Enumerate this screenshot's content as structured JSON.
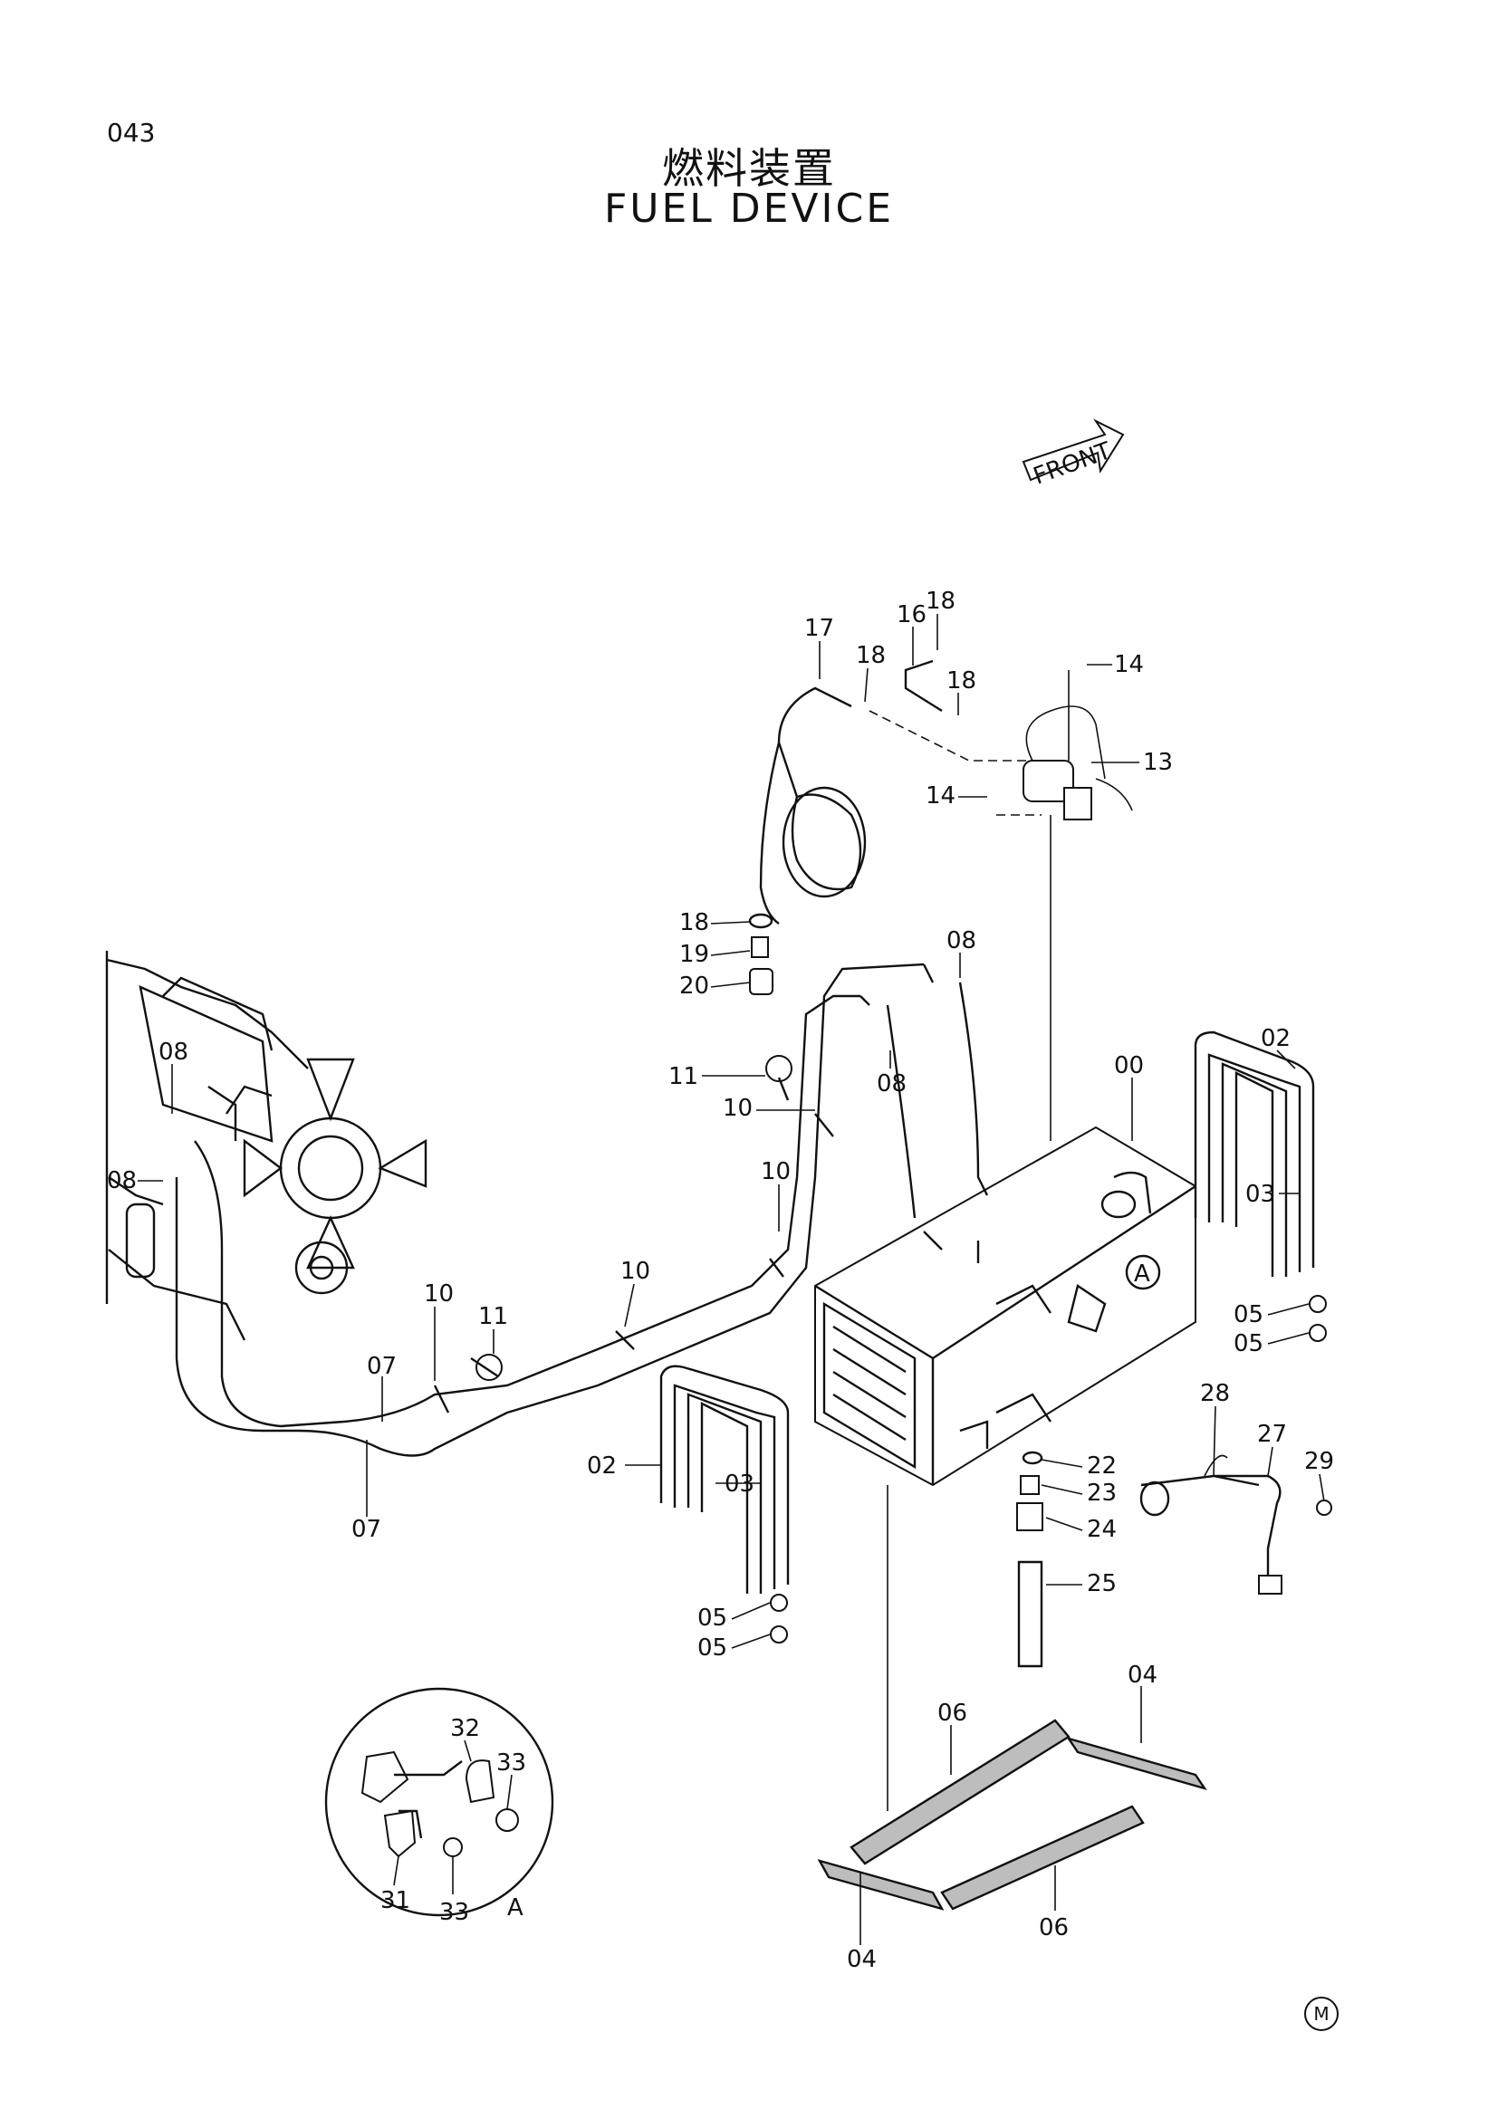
{
  "header": {
    "page_number": "043",
    "title_jp": "燃料装置",
    "title_en": "FUEL  DEVICE"
  },
  "front_arrow": {
    "text": "FRONT"
  },
  "detail": {
    "label": "A",
    "callout_letter": "A"
  },
  "labels": {
    "l00": "00",
    "l02a": "02",
    "l03a": "03",
    "l02b": "02",
    "l03b": "03",
    "l04a": "04",
    "l04b": "04",
    "l05a": "05",
    "l05b": "05",
    "l05c": "05",
    "l05d": "05",
    "l06a": "06",
    "l06b": "06",
    "l07a": "07",
    "l07b": "07",
    "l08a": "08",
    "l08b": "08",
    "l08c": "08",
    "l08d": "08",
    "l10a": "10",
    "l10b": "10",
    "l10c": "10",
    "l10d": "10",
    "l11a": "11",
    "l11b": "11",
    "l13": "13",
    "l14a": "14",
    "l14b": "14",
    "l16": "16",
    "l17": "17",
    "l18a": "18",
    "l18b": "18",
    "l18c": "18",
    "l18d": "18",
    "l19": "19",
    "l20": "20",
    "l22": "22",
    "l23": "23",
    "l24": "24",
    "l25": "25",
    "l27": "27",
    "l28": "28",
    "l29": "29",
    "l31": "31",
    "l32": "32",
    "l33a": "33",
    "l33b": "33"
  },
  "footer_mark": "M"
}
